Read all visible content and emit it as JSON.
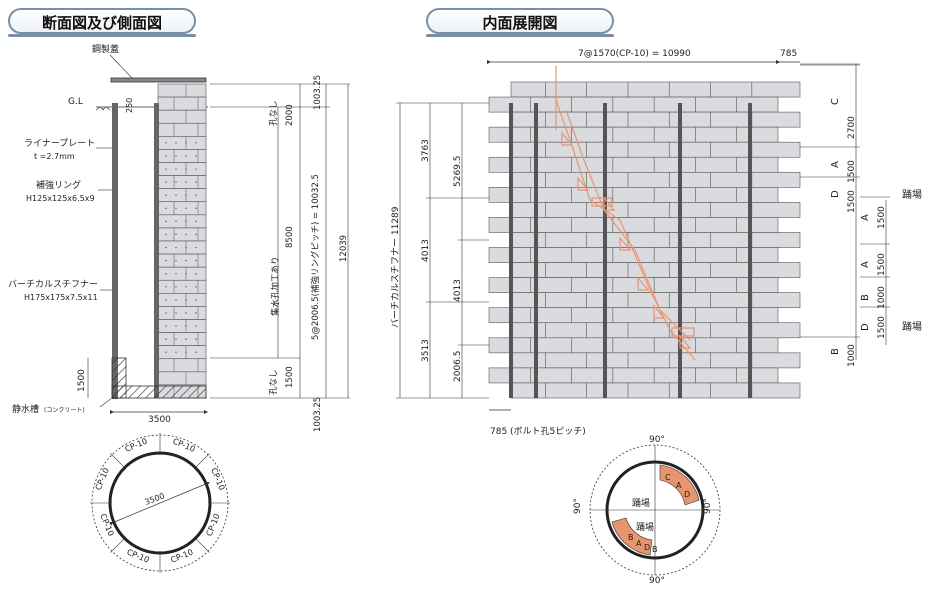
{
  "titles": {
    "left": "断面図及び側面図",
    "right": "内面展開図"
  },
  "section": {
    "steel_lid": "鋼製蓋",
    "gl": "G.L",
    "dim_250": "250",
    "liner_plate": "ライナープレート",
    "liner_thickness": "t =2.7mm",
    "reinforcing_ring": "補強リング",
    "ring_size": "H125x125x6.5x9",
    "vertical_stiffener": "バーチカルスチフナー",
    "stiffener_size": "H175x175x7.5x11",
    "dim_1500": "1500",
    "still_water_tank": "静水槽",
    "still_water_note": "(コンクリート)",
    "width_3500": "3500",
    "dim_1003_25_top": "1003.25",
    "dim_1003_25_bottom": "1003.25",
    "no_hole_top": "孔なし",
    "no_hole_top_val": "2000",
    "perforation": "集水孔加工あり",
    "perforation_val": "8500",
    "no_hole_bottom": "孔なし",
    "no_hole_bottom_val": "1500",
    "ring_pitch": "5@2006.5(補強リングピッチ) = 10032.5",
    "total_height": "12039"
  },
  "plan": {
    "cp_labels": [
      "CP-10",
      "CP-10",
      "CP-10",
      "CP-10",
      "CP-10",
      "CP-10",
      "CP-10",
      "CP-10"
    ],
    "diameter": "3500"
  },
  "development": {
    "top_dim": "7@1570(CP-10) = 10990",
    "top_right_dim": "785",
    "bottom_dim": "785 (ボルト孔5ピッチ)",
    "stiffener_label": "バーチカルスチフナー 11289",
    "left_dims": [
      "3763",
      "4013",
      "3513"
    ],
    "mid_dims": [
      "5269.5",
      "4013",
      "2006.5"
    ],
    "right_labels": [
      {
        "letter": "C",
        "value": "2700"
      },
      {
        "letter": "A",
        "value": "1500"
      },
      {
        "letter": "D",
        "value": "1500"
      },
      {
        "letter": "B",
        "value": "1000"
      }
    ],
    "far_right_labels": [
      {
        "letter": "A",
        "value": "1500"
      },
      {
        "letter": "A",
        "value": "1500"
      },
      {
        "letter": "B",
        "value": "1000"
      },
      {
        "letter": "D",
        "value": "1500"
      }
    ],
    "landing_top": "踊場",
    "landing_bottom": "踊場"
  },
  "plan2": {
    "angles": [
      "90°",
      "90°",
      "90°",
      "90°"
    ],
    "landing_upper": "踊場",
    "landing_lower": "踊場",
    "upper_letters": [
      "C",
      "A",
      "D"
    ],
    "lower_letters": [
      "B",
      "A",
      "D",
      "B"
    ]
  },
  "colors": {
    "panel_fill": "#d9dbde",
    "panel_stroke": "#555555",
    "stiffener": "#555555",
    "ladder": "#e8956f",
    "tab_border": "#7a8fa6"
  }
}
